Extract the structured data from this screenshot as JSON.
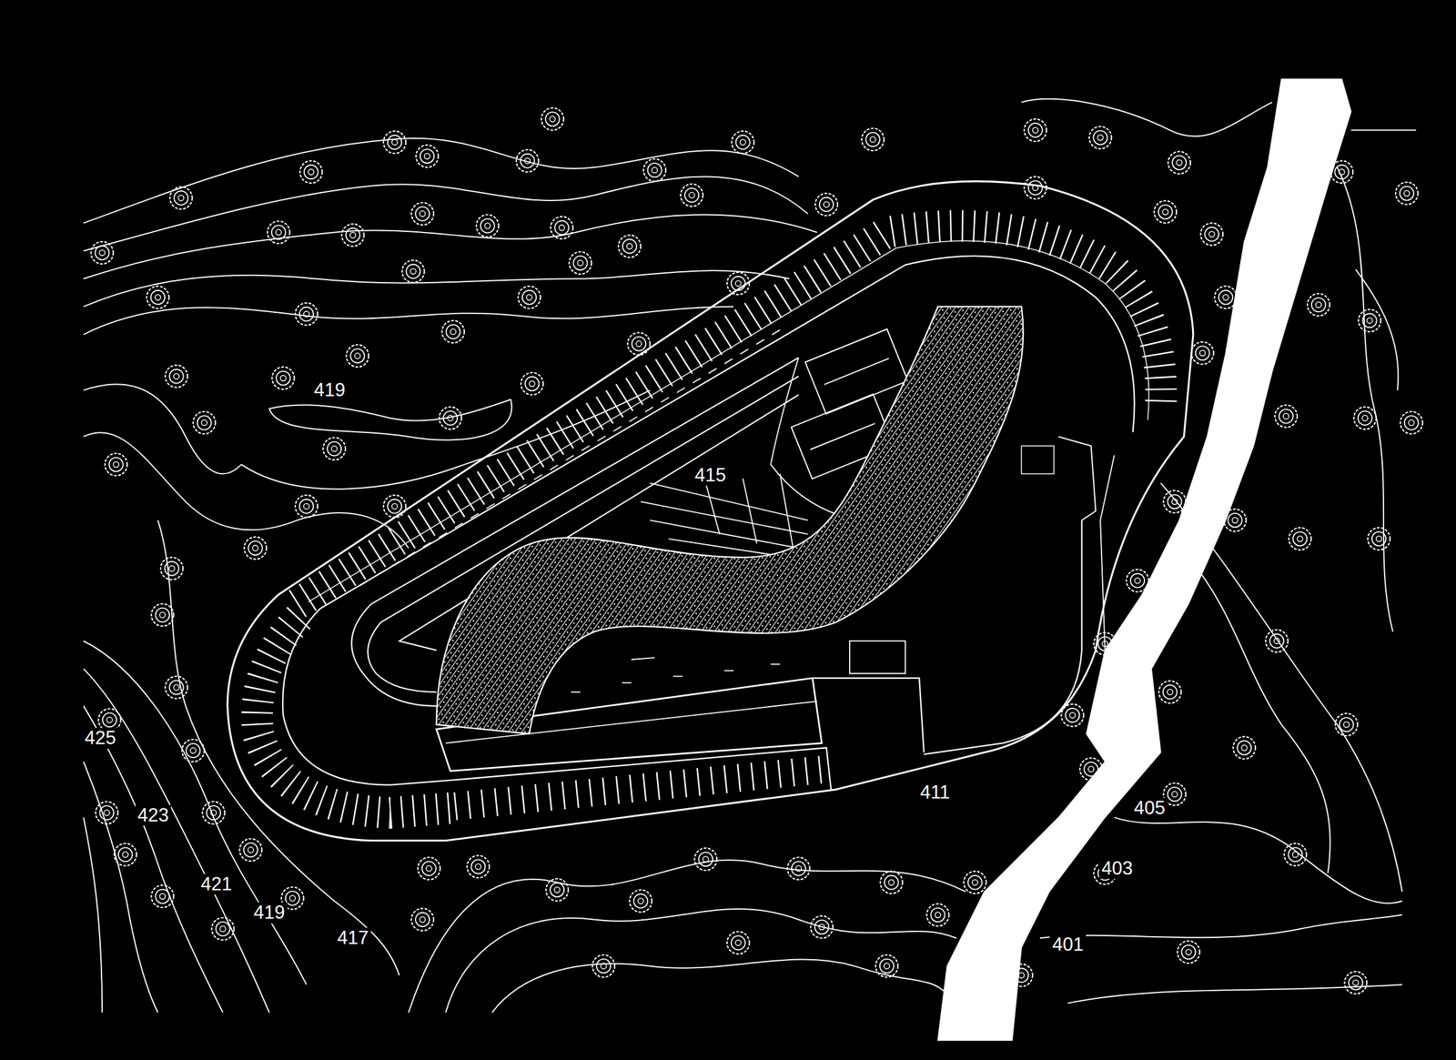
{
  "diagram": {
    "labels": [
      "419",
      "415",
      "425",
      "423",
      "421",
      "419",
      "417",
      "411",
      "405",
      "403",
      "401"
    ]
  }
}
